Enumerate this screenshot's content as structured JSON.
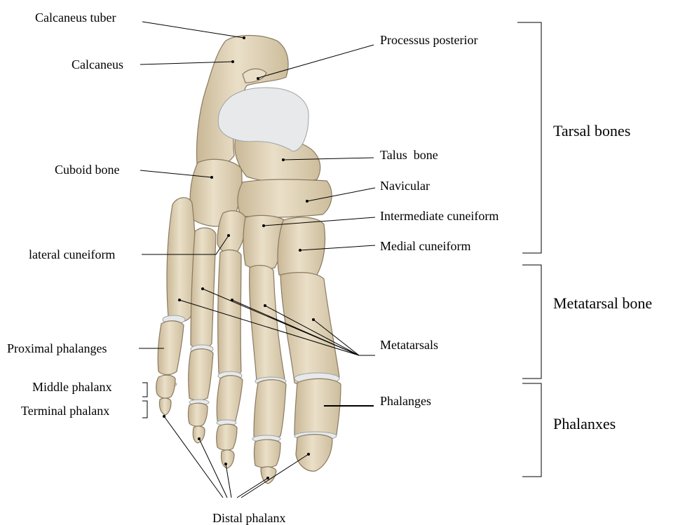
{
  "colors": {
    "bone_fill": "#e2d3b7",
    "bone_shade": "#c9b896",
    "cartilage": "#e7e9ea",
    "line": "#000000"
  },
  "labels": {
    "calcaneus_tuber": "Calcaneus tuber",
    "calcaneus": "Calcaneus",
    "processus_posterior": "Processus posterior",
    "talus_bone": "Talus  bone",
    "cuboid_bone": "Cuboid bone",
    "navicular": "Navicular",
    "intermediate_cuneiform": "Intermediate cuneiform",
    "lateral_cuneiform": "lateral cuneiform",
    "medial_cuneiform": "Medial cuneiform",
    "proximal_phalanges": "Proximal phalanges",
    "metatarsals": "Metatarsals",
    "middle_phalanx": "Middle phalanx",
    "terminal_phalanx": "Terminal phalanx",
    "phalanges": "Phalanges",
    "distal_phalanx": "Distal phalanx"
  },
  "groups": {
    "tarsal_bones": "Tarsal bones",
    "metatarsal_bone": "Metatarsal bone",
    "phalanxes": "Phalanxes"
  }
}
